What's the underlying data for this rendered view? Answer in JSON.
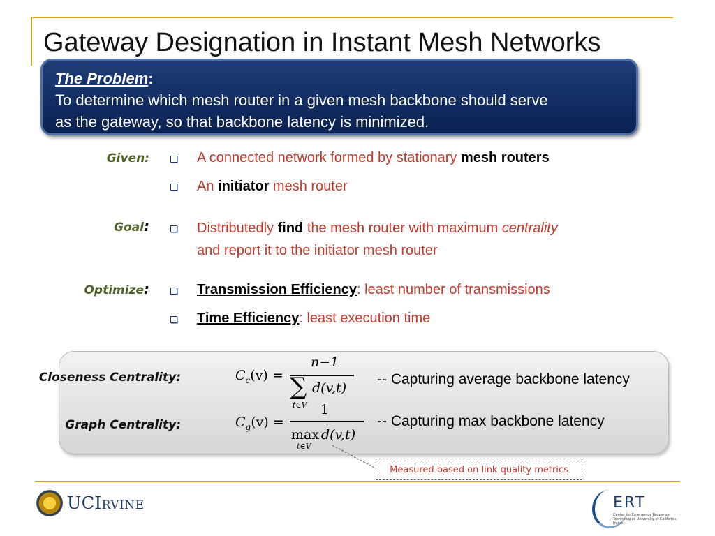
{
  "slide": {
    "title": "Gateway Designation in Instant Mesh Networks"
  },
  "problem": {
    "heading": "The Problem",
    "colon": ":",
    "line1": "To determine which mesh router in a given mesh backbone should serve",
    "line2": "as the gateway, so that backbone latency is minimized."
  },
  "given": {
    "label": "Given:",
    "item1_a": "A connected network formed by stationary ",
    "item1_b": "mesh routers",
    "item2_a": "An ",
    "item2_b": "initiator",
    "item2_c": " mesh router"
  },
  "goal": {
    "label": "Goal",
    "colon": ":",
    "item1_a": "Distributedly ",
    "item1_b": "find",
    "item1_c": " the mesh router with maximum ",
    "item1_d": "centrality",
    "item1_e": "and report it to the initiator mesh router"
  },
  "optimize": {
    "label": "Optimize",
    "colon": ":",
    "item1_a": "Transmission Efficiency",
    "item1_b": ": least  number of transmissions",
    "item2_a": "Time Efficiency",
    "item2_b": ": least execution time"
  },
  "formulas": {
    "closeness_label": "Closeness Centrality:",
    "closeness_lhs": "C",
    "closeness_sub": "c",
    "closeness_arg": "(v) =",
    "closeness_num": "n−1",
    "closeness_sum": "∑",
    "closeness_den": "d(v,t)",
    "closeness_range": "t∈V",
    "closeness_desc": "-- Capturing average backbone latency",
    "graph_label": "Graph Centrality:",
    "graph_lhs": "C",
    "graph_sub": "g",
    "graph_arg": "(v) =",
    "graph_num": "1",
    "graph_max": "max",
    "graph_den": "d(v,t)",
    "graph_range": "t∈V",
    "graph_desc": "-- Capturing max backbone latency"
  },
  "callout": {
    "text": "Measured based on link quality metrics"
  },
  "footer": {
    "uci_main": "UCI",
    "uci_small": "RVINE",
    "ert_name": "ERT",
    "ert_sub": "Center for Emergency Response Technologies University of California - Irvine"
  },
  "colors": {
    "accent_gold": "#d9a528",
    "box_navy": "#0b2150",
    "text_red": "#c0392b",
    "label_green": "#4f6228"
  }
}
